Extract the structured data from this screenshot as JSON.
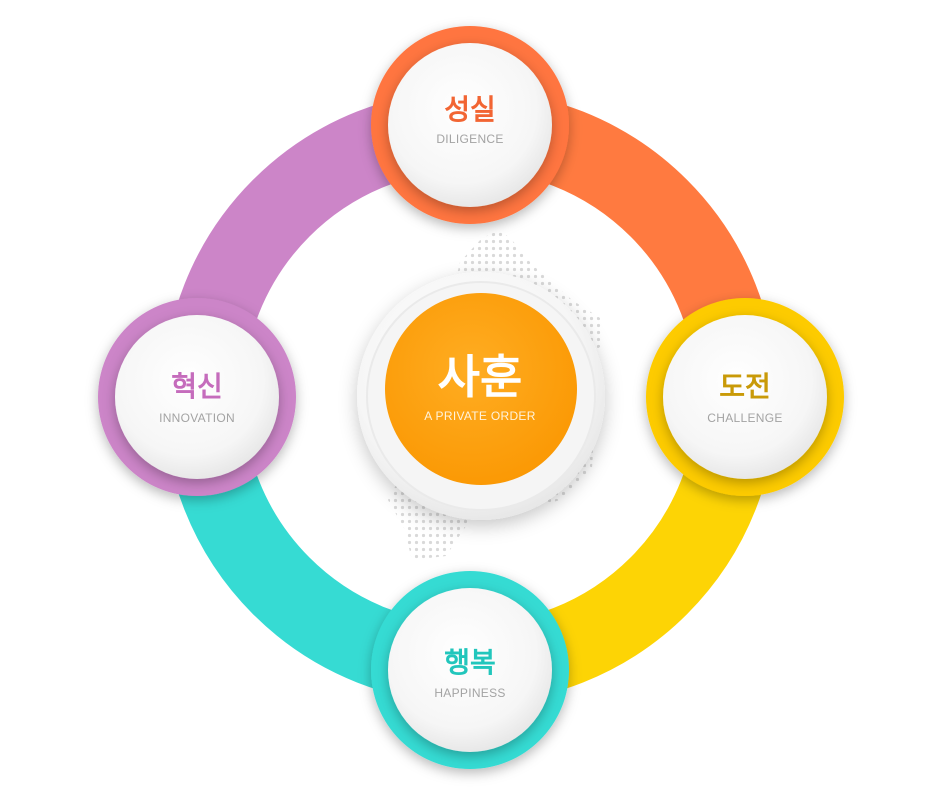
{
  "center": {
    "title": "사훈",
    "subtitle": "A PRIVATE ORDER",
    "color": "#ffa005"
  },
  "nodes": [
    {
      "id": "diligence",
      "title": "성실",
      "subtitle": "DILIGENCE",
      "color": "#ff7540",
      "title_color": "#f26533"
    },
    {
      "id": "challenge",
      "title": "도전",
      "subtitle": "CHALLENGE",
      "color": "#fdcb05",
      "title_color": "#c99a08"
    },
    {
      "id": "happiness",
      "title": "행복",
      "subtitle": "HAPPINESS",
      "color": "#36dbd3",
      "title_color": "#22c6bc"
    },
    {
      "id": "innovation",
      "title": "혁신",
      "subtitle": "INNOVATION",
      "color": "#cc85c8",
      "title_color": "#c56cbc"
    }
  ],
  "ring_colors": {
    "top_right": "#ff7a40",
    "bottom_right": "#fdd405",
    "bottom_left": "#36dbd3",
    "top_left": "#cc85c8"
  }
}
